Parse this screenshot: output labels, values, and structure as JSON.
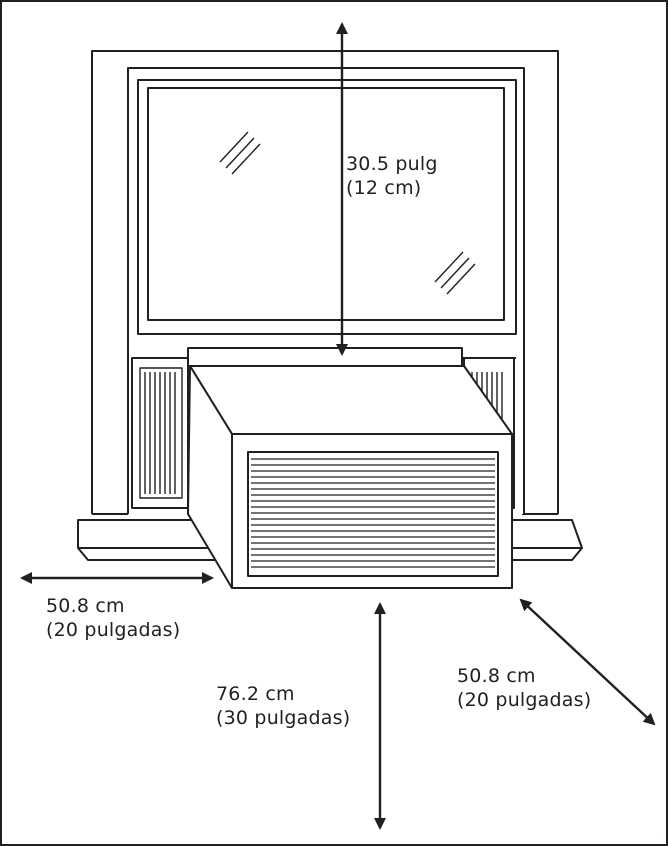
{
  "colors": {
    "line": "#231f20",
    "background": "#ffffff"
  },
  "labels": {
    "window_height": {
      "line1": "30.5 pulg",
      "line2": "(12 cm)"
    },
    "side_clearance": {
      "line1": "50.8 cm",
      "line2": "(20 pulgadas)"
    },
    "floor_clearance": {
      "line1": "76.2 cm",
      "line2": "(30 pulgadas)"
    },
    "rear_clearance": {
      "line1": "50.8 cm",
      "line2": "(20 pulgadas)"
    }
  }
}
